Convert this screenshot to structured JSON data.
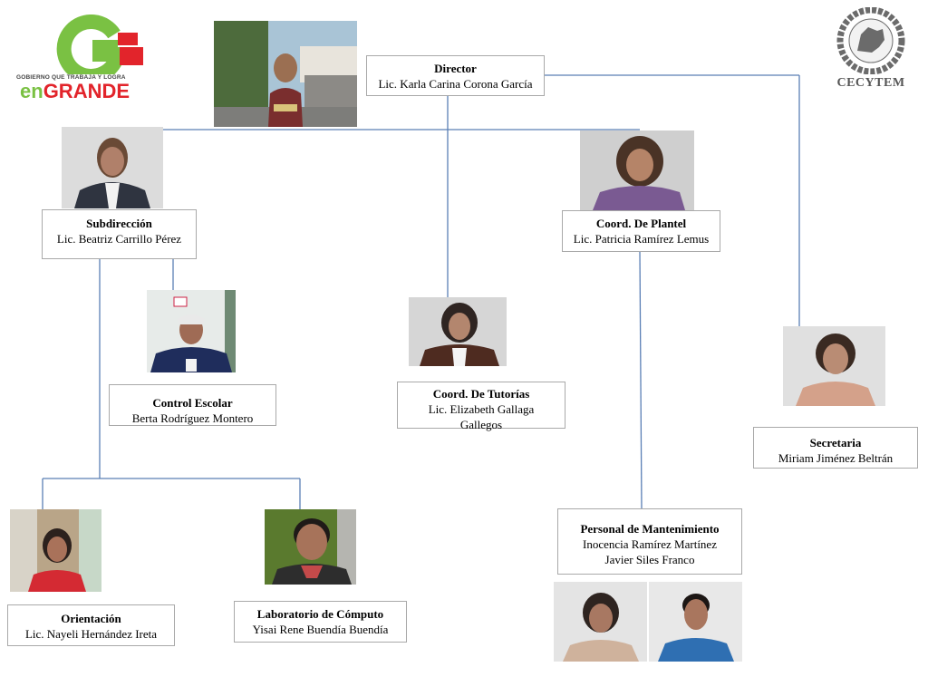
{
  "logos": {
    "left_tagline": "GOBIERNO QUE TRABAJA Y LOGRA",
    "left_brand_en": "en",
    "left_brand_grande": "GRANDE",
    "right_brand": "CECYTEM",
    "colors": {
      "green": "#7ac143",
      "red": "#e2242b",
      "gray": "#6b6b6b"
    }
  },
  "org_chart": {
    "line_color": "#5a7fb5",
    "nodes": {
      "director": {
        "title": "Director",
        "name": "Lic. Karla Carina Corona García"
      },
      "subdireccion": {
        "title": "Subdirección",
        "name": "Lic. Beatriz Carrillo Pérez"
      },
      "coord_plantel": {
        "title": "Coord. De Plantel",
        "name": "Lic. Patricia Ramírez Lemus"
      },
      "control_escolar": {
        "title": "Control Escolar",
        "name": "Berta Rodríguez Montero"
      },
      "coord_tutorias": {
        "title": "Coord. De Tutorías",
        "name": "Lic. Elizabeth Gallaga Gallegos"
      },
      "secretaria": {
        "title": "Secretaria",
        "name": "Miriam Jiménez Beltrán"
      },
      "orientacion": {
        "title": "Orientación",
        "name": "Lic. Nayeli Hernández Ireta"
      },
      "laboratorio": {
        "title": "Laboratorio de Cómputo",
        "name": "Yisai Rene Buendía Buendía"
      },
      "mantenimiento": {
        "title": "Personal de Mantenimiento",
        "name1": "Inocencia Ramírez Martínez",
        "name2": "Javier Siles Franco"
      }
    }
  }
}
